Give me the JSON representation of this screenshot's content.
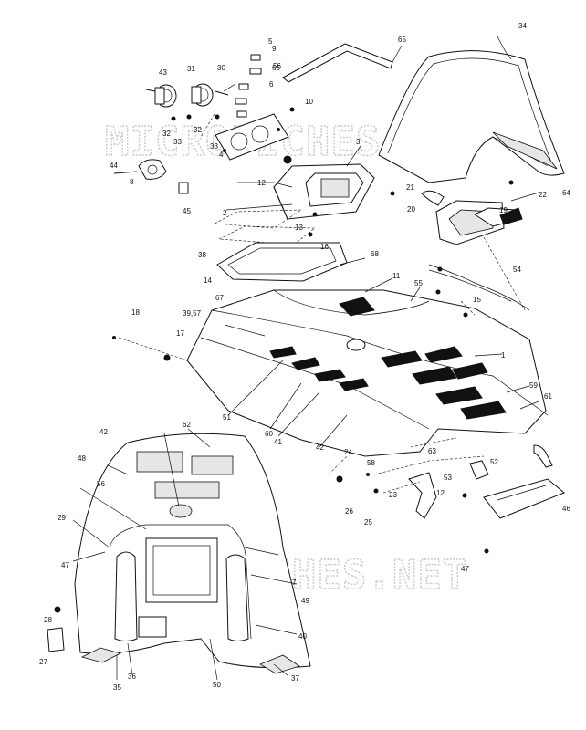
{
  "watermark": "MICROFICHES.NET",
  "callouts": [
    "1",
    "2",
    "3",
    "4",
    "5",
    "6",
    "8",
    "9",
    "10",
    "11",
    "12",
    "12",
    "13",
    "14",
    "15",
    "16",
    "17",
    "18",
    "19",
    "20",
    "21",
    "22",
    "23",
    "24",
    "25",
    "26",
    "27",
    "28",
    "29",
    "30",
    "31",
    "32",
    "32",
    "33",
    "33",
    "34",
    "35",
    "36",
    "37",
    "38",
    "39,57",
    "40",
    "41",
    "42",
    "42",
    "43",
    "44",
    "45",
    "46",
    "47",
    "47",
    "48",
    "49",
    "50",
    "51",
    "52",
    "53",
    "54",
    "55",
    "56",
    "56",
    "58",
    "59",
    "60",
    "61",
    "62",
    "63",
    "64",
    "65",
    "66",
    "67",
    "68",
    "7"
  ],
  "colors": {
    "ink": "#111111",
    "watermark": "#c8c8c8",
    "background": "#ffffff"
  }
}
